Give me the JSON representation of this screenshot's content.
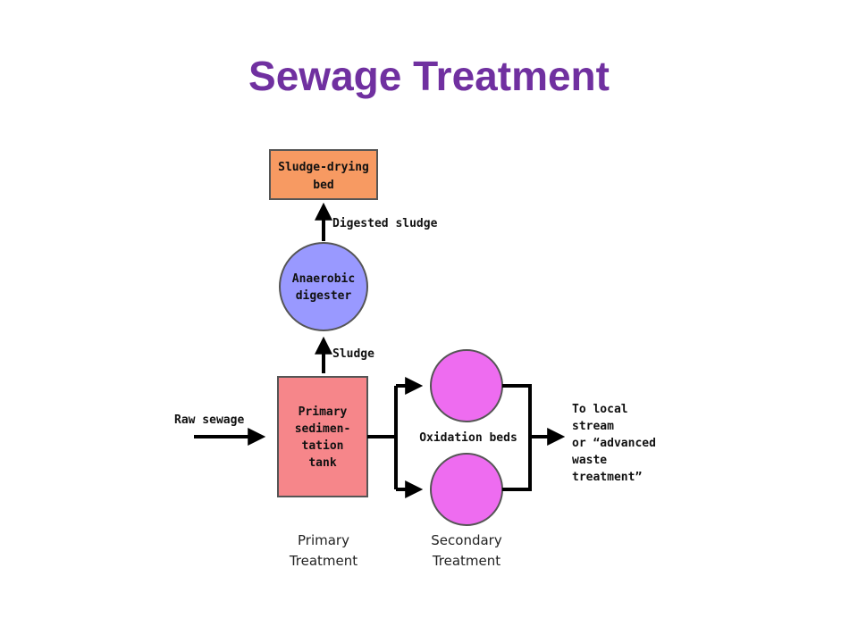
{
  "title": "Sewage Treatment",
  "nodes": {
    "drying_bed": {
      "lines": [
        "Sludge-drying",
        "bed"
      ],
      "color": "#f79a62"
    },
    "digester": {
      "lines": [
        "Anaerobic",
        "digester"
      ],
      "color": "#9999ff"
    },
    "tank": {
      "lines": [
        "Primary",
        "sedimen-",
        "tation",
        "tank"
      ],
      "color": "#f6868a"
    },
    "oxidation_bed_color": "#ee6cf0"
  },
  "flows": {
    "digested_sludge": "Digested sludge",
    "sludge": "Sludge",
    "raw_sewage": "Raw sewage",
    "oxidation_beds": "Oxidation beds",
    "outlet": [
      "To local",
      "stream",
      "or “advanced",
      "waste",
      "treatment”"
    ]
  },
  "stages": {
    "primary": [
      "Primary",
      "Treatment"
    ],
    "secondary": [
      "Secondary",
      "Treatment"
    ]
  }
}
